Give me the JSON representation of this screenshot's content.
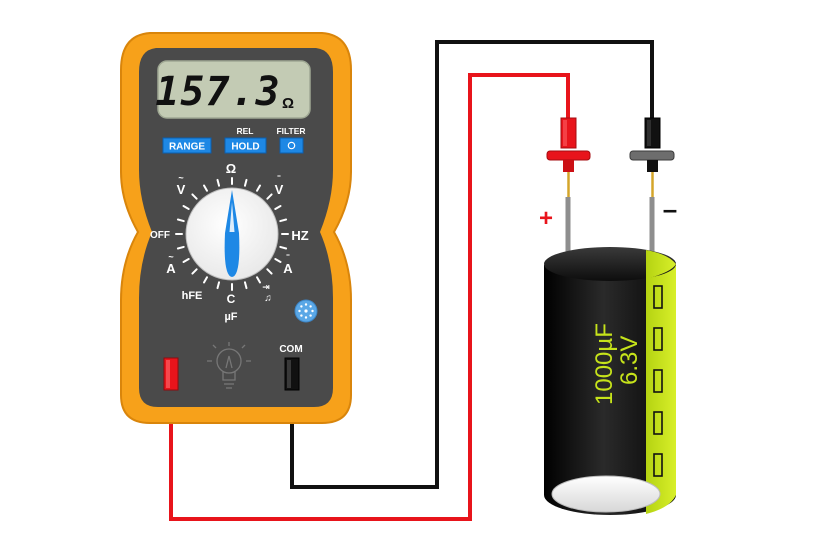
{
  "multimeter": {
    "display_value": "157.3",
    "display_unit": "Ω",
    "buttons": {
      "range": "RANGE",
      "hold": "HOLD",
      "rel": "REL",
      "filter": "FILTER"
    },
    "dial_labels": {
      "ohm": "Ω",
      "v_ac": "V",
      "v_dc": "V",
      "off": "OFF",
      "hz": "HZ",
      "a_ac": "A",
      "a_dc": "A",
      "hfe": "hFE",
      "cap": "C",
      "cap_unit": "µF",
      "diode_sym": "⇥",
      "continuity_sym": "♫"
    },
    "port_label": "COM"
  },
  "capacitor": {
    "capacitance": "1000µF",
    "voltage": "6.3V",
    "plus_marker": "+",
    "minus_marker": "–"
  },
  "colors": {
    "body_orange": "#f7a11a",
    "body_dark": "#4a4a4a",
    "lcd": "#c3cbb4",
    "button_blue": "#1e88e5",
    "wire_red": "#e8141b",
    "wire_black": "#111111",
    "capacitor_body": "#0b0b0b",
    "capacitor_stripe": "#c6e31a"
  }
}
